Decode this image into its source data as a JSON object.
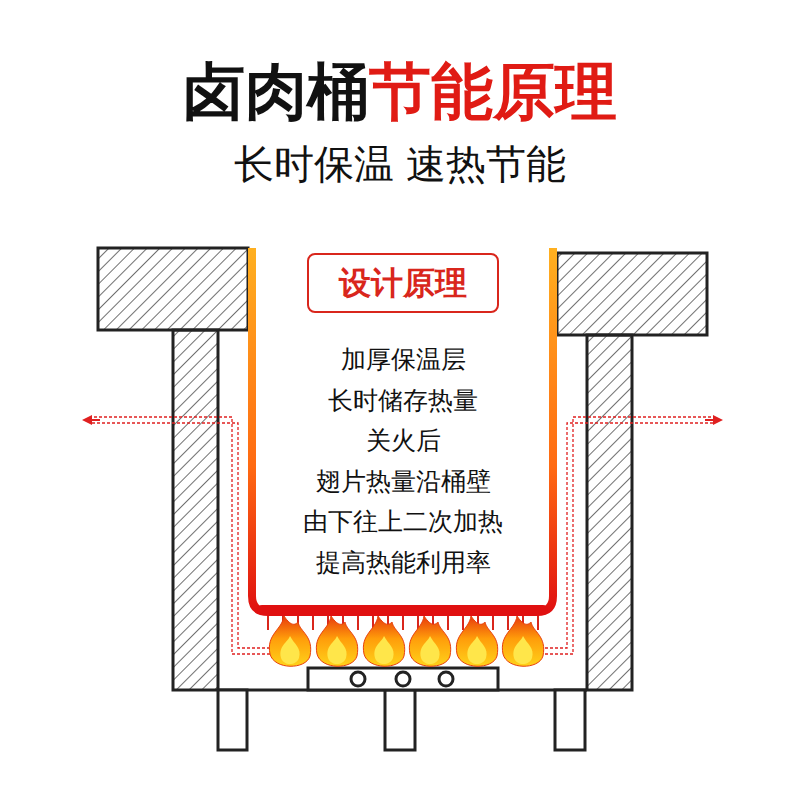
{
  "diagram": {
    "title": "卤肉桶",
    "nodes": [
      {
        "text": [
          "加厚保温层 长时储存热量 关火后 翅片热量沿桶壁 由下往上二次加热 提高热能利用率"
        ]
      },
      {
        "text": [
          "设计原理"
        ],
        "in": 0
      }
    ],
    "labels": [
      "节能原理",
      "长时保温 速热节能"
    ]
  }
}
